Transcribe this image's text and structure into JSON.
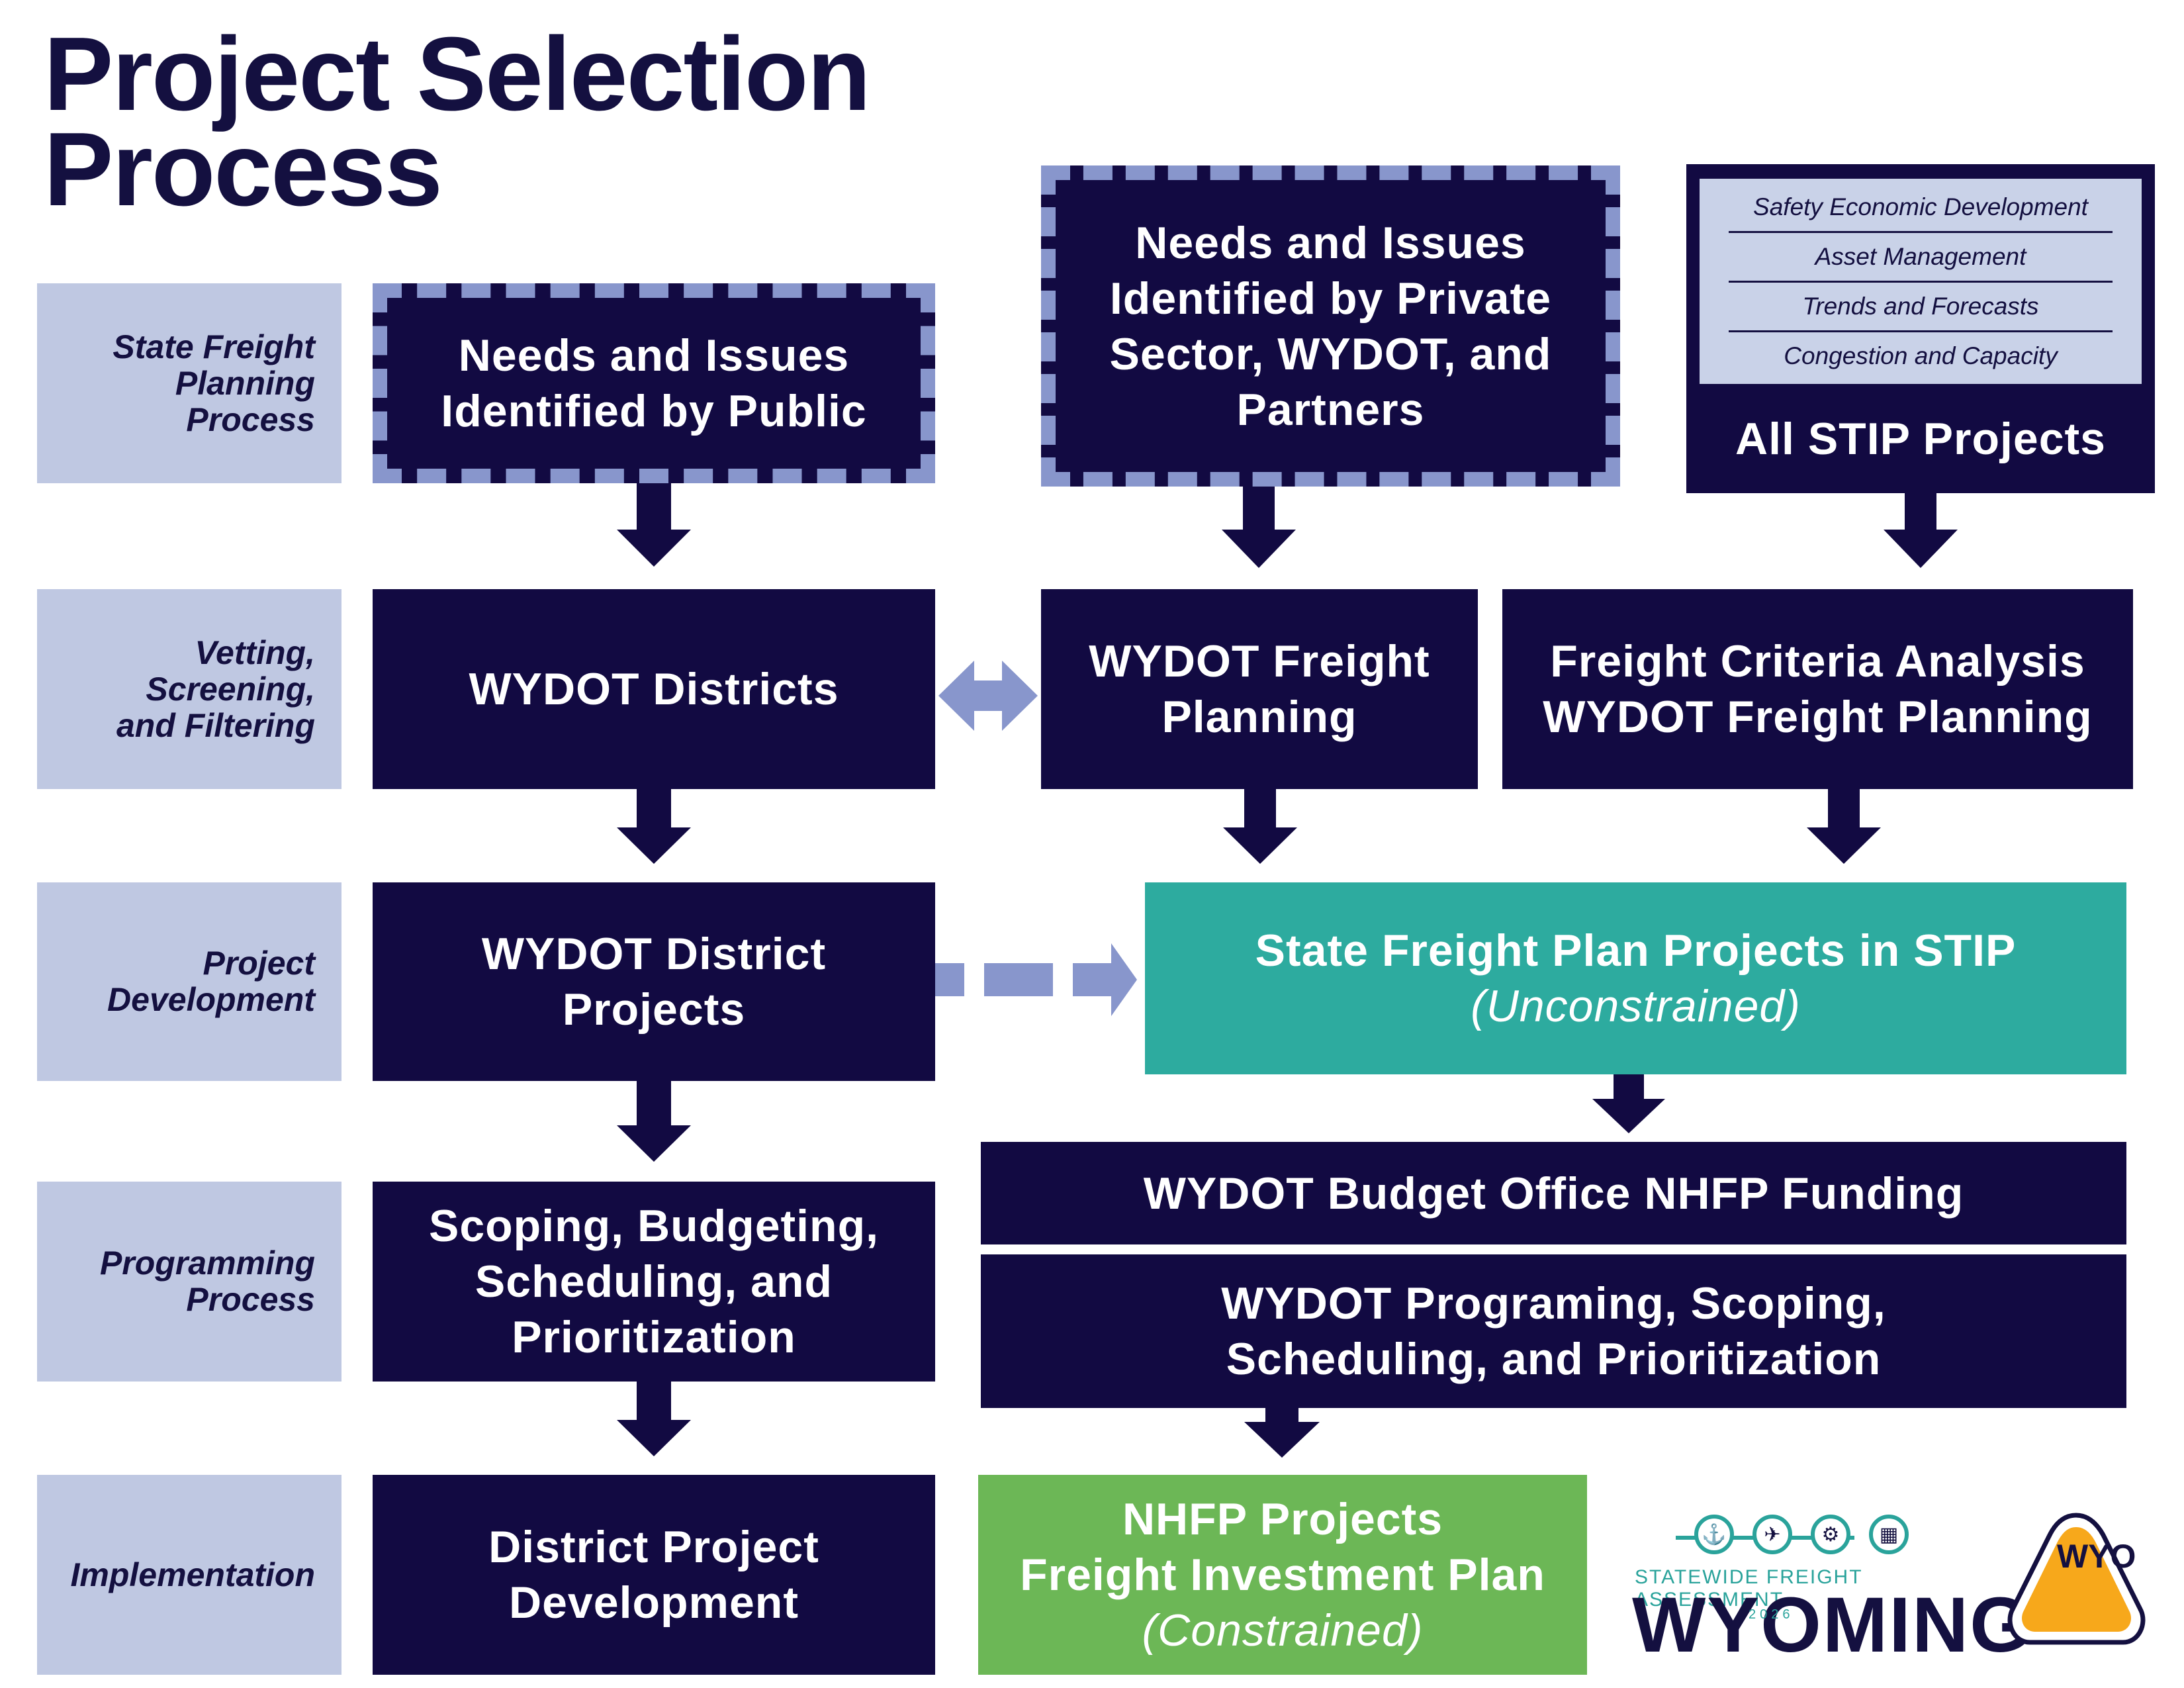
{
  "title": {
    "line1": "Project Selection",
    "line2": "Process"
  },
  "stages": {
    "s1": [
      "State Freight",
      "Planning",
      "Process"
    ],
    "s2": [
      "Vetting,",
      "Screening,",
      "and Filtering"
    ],
    "s3": [
      "Project",
      "Development"
    ],
    "s4": [
      "Programming",
      "Process"
    ],
    "s5": [
      "Implementation"
    ]
  },
  "sources": {
    "public": [
      "Needs and Issues",
      "Identified by Public"
    ],
    "private": [
      "Needs and Issues",
      "Identified by Private",
      "Sector, WYDOT, and",
      "Partners"
    ],
    "stip": {
      "criteria": [
        "Safety Economic Development",
        "Asset Management",
        "Trends and Forecasts",
        "Congestion and Capacity"
      ],
      "label": "All STIP Projects"
    }
  },
  "vetting": {
    "districts": "WYDOT Districts",
    "freight_planning": [
      "WYDOT Freight",
      "Planning"
    ],
    "criteria_analysis": [
      "Freight Criteria Analysis",
      "WYDOT Freight Planning"
    ]
  },
  "development": {
    "district_projects": [
      "WYDOT District",
      "Projects"
    ],
    "state_plan": {
      "line1": "State Freight Plan Projects in STIP",
      "line2": "(Unconstrained)"
    }
  },
  "programming": {
    "district": [
      "Scoping, Budgeting,",
      "Scheduling, and",
      "Prioritization"
    ],
    "budget": "WYDOT Budget Office NHFP Funding",
    "wydot": [
      "WYDOT Programing, Scoping,",
      "Scheduling, and Prioritization"
    ]
  },
  "implementation": {
    "district": [
      "District Project",
      "Development"
    ],
    "nhfp": {
      "line1": "NHFP Projects",
      "line2": "Freight Investment Plan",
      "line3": "(Constrained)"
    }
  },
  "logo": {
    "subtitle": "STATEWIDE  FREIGHT ASSESSMENT",
    "wordmark": "WYOMING",
    "year": "2026",
    "seal": "WYO"
  },
  "colors": {
    "navy": "#120a42",
    "stage": "#bfc8e2",
    "accent_light": "#8896cc",
    "teal": "#2dab9f",
    "green": "#6cb756"
  }
}
